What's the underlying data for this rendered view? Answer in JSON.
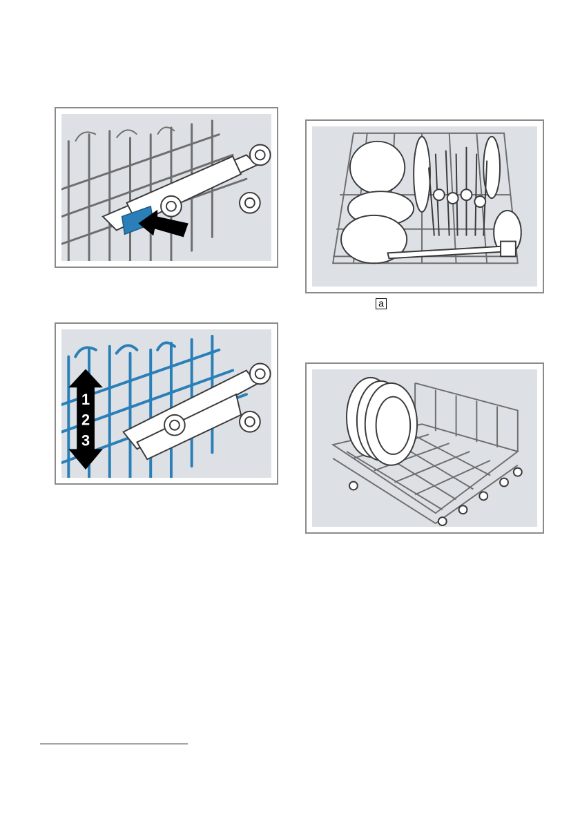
{
  "figures": {
    "rack_release_lever": {
      "icon": "press-lever-arrow"
    },
    "rack_height_levels": {
      "levels": [
        "1",
        "2",
        "3"
      ]
    },
    "loaded_upper_basket": {
      "callout_label": "a"
    },
    "lower_basket_plates": {
      "icon": "lower-basket"
    }
  },
  "colors": {
    "accent_blue": "#2a7fb8",
    "panel_grey": "#dde1e6",
    "frame_grey": "#8a8a8a"
  }
}
